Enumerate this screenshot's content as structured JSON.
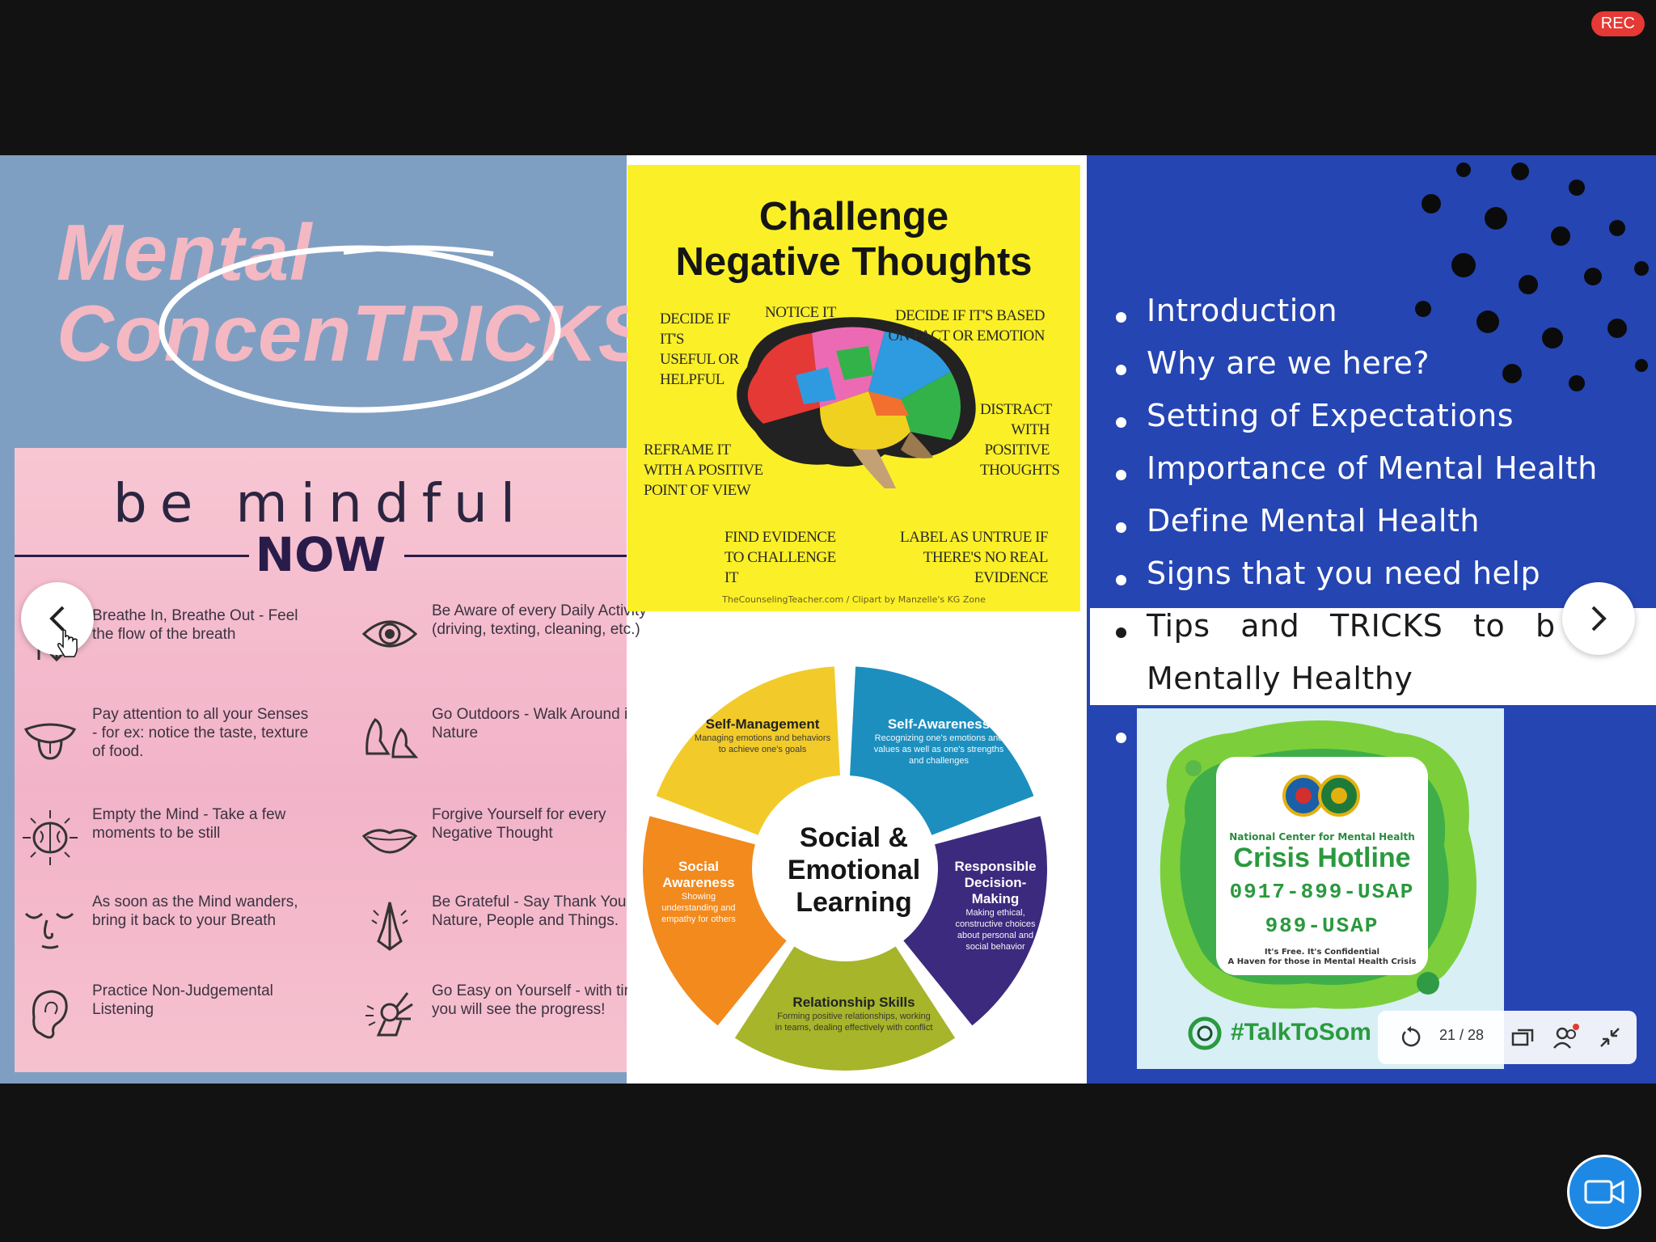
{
  "rec_badge": "REC",
  "slide": {
    "title_line1": "Mental",
    "title_line2": "ConcenTRICKS",
    "mindful": {
      "heading": "be mindful",
      "now": "NOW",
      "tips": [
        {
          "icon": "breath-icon",
          "text": "Breathe In, Breathe Out - Feel the flow of the breath"
        },
        {
          "icon": "eye-icon",
          "text": "Be Aware of every Daily Activity (driving, texting, cleaning, etc.)"
        },
        {
          "icon": "tongue-icon",
          "text": "Pay attention to all your Senses - for ex: notice the taste, texture of food."
        },
        {
          "icon": "footprints-icon",
          "text": "Go Outdoors - Walk Around in Nature"
        },
        {
          "icon": "brain-icon",
          "text": "Empty the Mind - Take a few moments to be still"
        },
        {
          "icon": "lips-icon",
          "text": "Forgive Yourself for every Negative Thought"
        },
        {
          "icon": "closed-eyes-face-icon",
          "text": "As soon as the Mind wanders, bring it back to your Breath"
        },
        {
          "icon": "praying-hands-icon",
          "text": "Be Grateful - Say Thank You to Nature, People and Things."
        },
        {
          "icon": "ear-icon",
          "text": "Practice Non-Judgemental Listening"
        },
        {
          "icon": "ok-hand-icon",
          "text": "Go Easy on Yourself - with time, you will see the progress!"
        }
      ]
    },
    "challenge": {
      "title_line1": "Challenge",
      "title_line2": "Negative Thoughts",
      "labels": {
        "decide_useful": "DECIDE IF IT'S USEFUL OR HELPFUL",
        "notice": "NOTICE IT",
        "decide_fact": "DECIDE IF IT'S BASED ON FACT OR EMOTION",
        "distract": "DISTRACT WITH POSITIVE THOUGHTS",
        "reframe": "REFRAME IT WITH A POSITIVE POINT OF VIEW",
        "find_evidence": "FIND EVIDENCE TO CHALLENGE IT",
        "label_untrue": "LABEL AS UNTRUE IF THERE'S NO REAL EVIDENCE"
      },
      "credit": "TheCounselingTeacher.com / Clipart by Manzelle's KG Zone"
    },
    "sel": {
      "center_line1": "Social &",
      "center_line2": "Emotional",
      "center_line3": "Learning",
      "segments": [
        {
          "title": "Self-Management",
          "desc": "Managing emotions and behaviors to achieve one's goals",
          "color": "#f2cb2a"
        },
        {
          "title": "Self-Awareness",
          "desc": "Recognizing one's emotions and values as well as one's strengths and challenges",
          "color": "#1c8fbf"
        },
        {
          "title": "Responsible Decision-Making",
          "desc": "Making ethical, constructive choices about personal and social behavior",
          "color": "#3b2a7e"
        },
        {
          "title": "Relationship Skills",
          "desc": "Forming positive relationships, working in teams, dealing effectively with conflict",
          "color": "#a6b52a"
        },
        {
          "title": "Social Awareness",
          "desc": "Showing understanding and empathy for others",
          "color": "#f28a1e"
        }
      ]
    },
    "agenda": [
      "Introduction",
      "Why are we here?",
      "Setting of Expectations",
      "Importance of Mental Health",
      "Define Mental Health",
      "Signs that you need help",
      "Tips   and   TRICKS   to   b",
      "Mentally Healthy"
    ],
    "hotline": {
      "org": "National Center for Mental Health",
      "title": "Crisis Hotline",
      "number1": "0917-899-USAP",
      "number2": "989-USAP",
      "footer1": "It's Free. It's Confidential",
      "footer2": "A Haven for those in Mental Health Crisis",
      "hashtag": "#TalkToSom"
    }
  },
  "controls": {
    "page_indicator": "21 / 28"
  },
  "colors": {
    "left_bg": "#7f9fc2",
    "title_pink": "#f4b8c3",
    "challenge_yellow": "#fbf027",
    "agenda_blue": "#2545b3",
    "camera_button": "#1e88e5",
    "rec_red": "#e53935"
  }
}
